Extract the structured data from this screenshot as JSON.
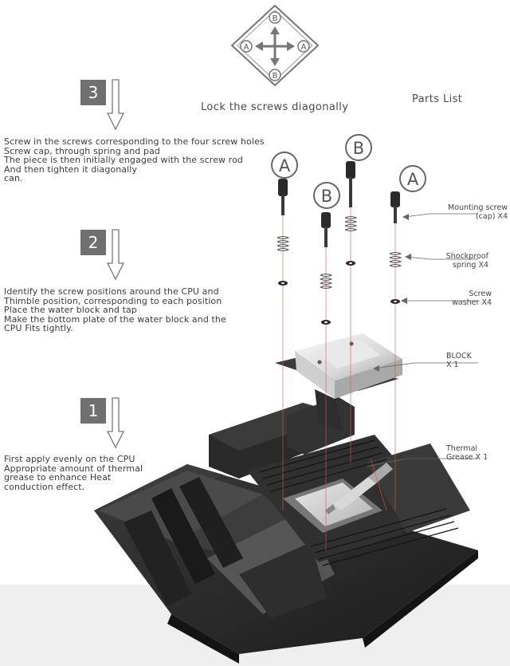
{
  "compass": {
    "top": "B",
    "left": "A",
    "right": "A",
    "bottom": "B"
  },
  "caption": "Lock the screws diagonally",
  "parts_title": "Parts List",
  "steps": [
    {
      "number": "3",
      "lines": [
        "Screw in the screws corresponding to the four screw holes",
        "Screw cap, through spring and pad",
        "The piece is then initially engaged with the screw rod",
        "And then tighten it diagonally",
        "can."
      ]
    },
    {
      "number": "2",
      "lines": [
        "Identify the screw positions around the CPU and",
        "Thimble position, corresponding to each position",
        "Place the water block and tap",
        "Make the bottom plate of the water block and the",
        "CPU Fits tightly."
      ]
    },
    {
      "number": "1",
      "lines": [
        "First apply evenly on the CPU",
        "Appropriate amount of thermal",
        "grease to enhance Heat",
        "conduction effect."
      ]
    }
  ],
  "screw_labels": {
    "a1": "A",
    "b1": "B",
    "b2": "B",
    "a2": "A"
  },
  "parts": {
    "mounting_screw": [
      "Mounting screw",
      "(cap) X4"
    ],
    "spring": [
      "Shockproof",
      "spring X4"
    ],
    "washer": [
      "Screw",
      "washer X4"
    ],
    "block": [
      "BLOCK",
      "X 1"
    ],
    "grease": [
      "Thermal",
      "Grease X 1"
    ]
  },
  "colors": {
    "badge": "#707070",
    "laser": "#e05050",
    "board": "#2b2b2b",
    "band": "#efefef"
  }
}
